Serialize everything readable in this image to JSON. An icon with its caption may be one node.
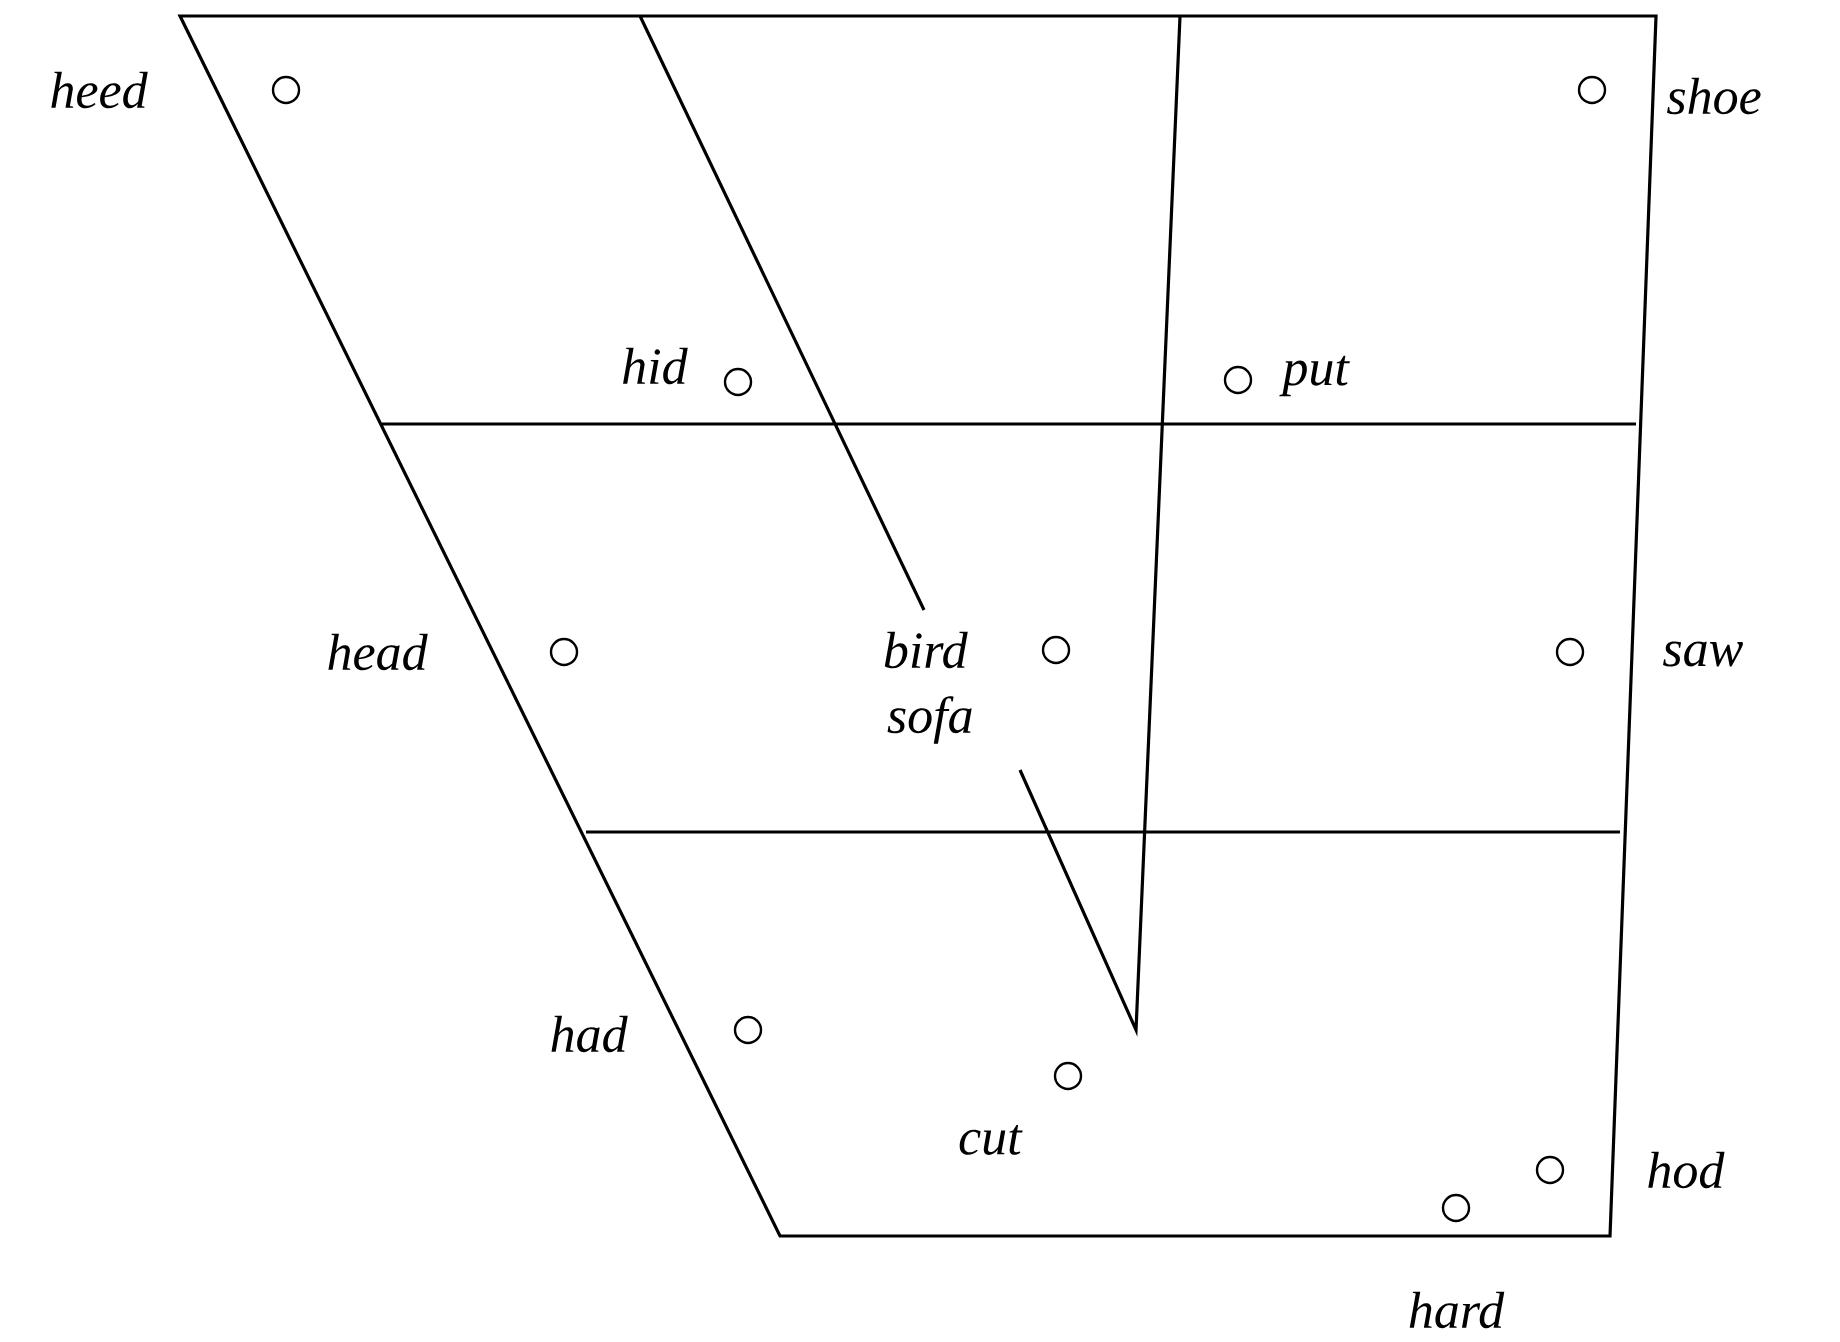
{
  "diagram": {
    "labels": [
      "heed",
      "shoe",
      "hid",
      "put",
      "head",
      "bird",
      "sofa",
      "saw",
      "had",
      "cut",
      "hod",
      "hard"
    ]
  }
}
